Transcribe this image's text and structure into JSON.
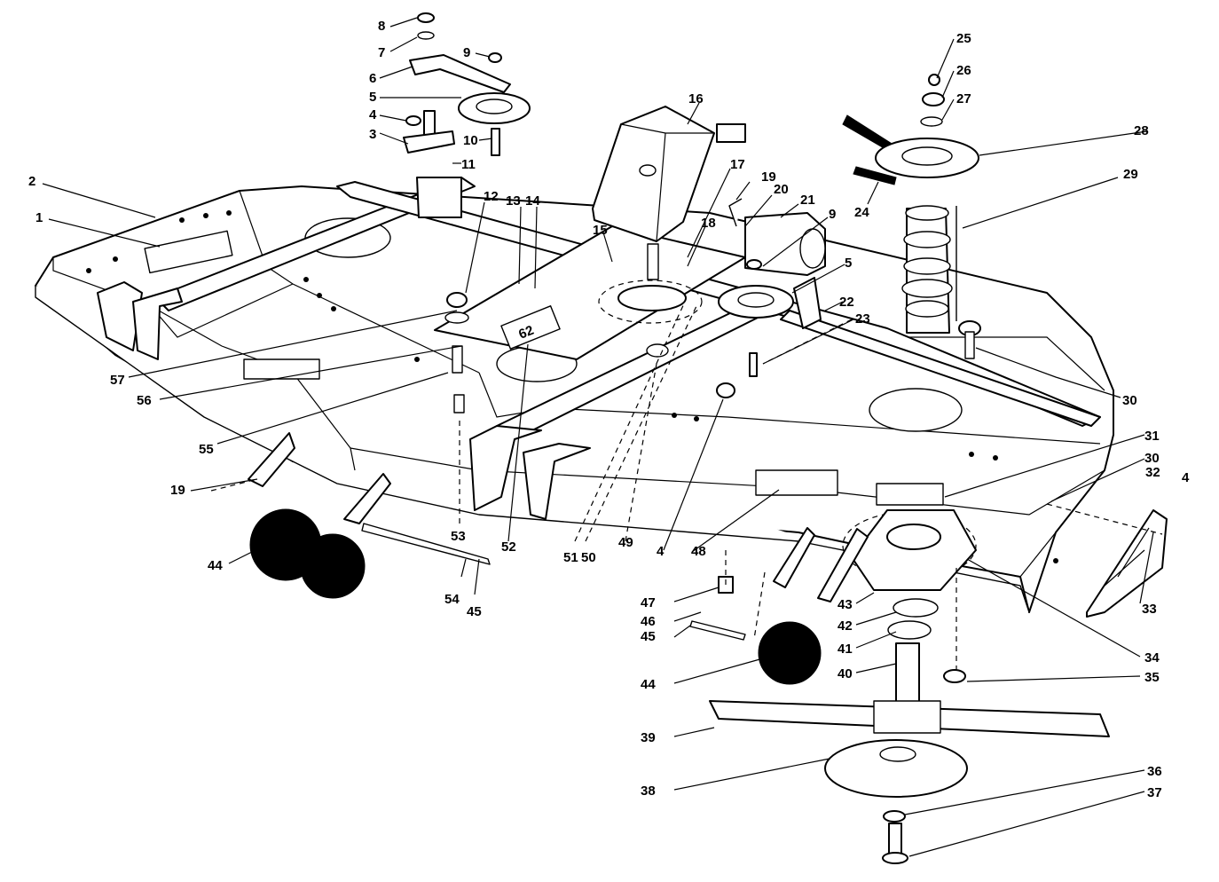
{
  "diagram": {
    "decal_text": "62",
    "callouts": [
      {
        "id": "c1",
        "text": "1"
      },
      {
        "id": "c2",
        "text": "2"
      },
      {
        "id": "c3",
        "text": "3"
      },
      {
        "id": "c4a",
        "text": "4"
      },
      {
        "id": "c5a",
        "text": "5"
      },
      {
        "id": "c6",
        "text": "6"
      },
      {
        "id": "c7",
        "text": "7"
      },
      {
        "id": "c8",
        "text": "8"
      },
      {
        "id": "c9a",
        "text": "9"
      },
      {
        "id": "c10",
        "text": "10"
      },
      {
        "id": "c11",
        "text": "11"
      },
      {
        "id": "c12",
        "text": "12"
      },
      {
        "id": "c13",
        "text": "13"
      },
      {
        "id": "c14",
        "text": "14"
      },
      {
        "id": "c15",
        "text": "15"
      },
      {
        "id": "c16",
        "text": "16"
      },
      {
        "id": "c17",
        "text": "17"
      },
      {
        "id": "c18",
        "text": "18"
      },
      {
        "id": "c19a",
        "text": "19"
      },
      {
        "id": "c20",
        "text": "20"
      },
      {
        "id": "c21",
        "text": "21"
      },
      {
        "id": "c9b",
        "text": "9"
      },
      {
        "id": "c5b",
        "text": "5"
      },
      {
        "id": "c22",
        "text": "22"
      },
      {
        "id": "c23",
        "text": "23"
      },
      {
        "id": "c24",
        "text": "24"
      },
      {
        "id": "c25",
        "text": "25"
      },
      {
        "id": "c26",
        "text": "26"
      },
      {
        "id": "c27",
        "text": "27"
      },
      {
        "id": "c28",
        "text": "28"
      },
      {
        "id": "c29",
        "text": "29"
      },
      {
        "id": "c30a",
        "text": "30"
      },
      {
        "id": "c31",
        "text": "31"
      },
      {
        "id": "c30b",
        "text": "30"
      },
      {
        "id": "c32",
        "text": "32"
      },
      {
        "id": "c4b",
        "text": "4"
      },
      {
        "id": "c33",
        "text": "33"
      },
      {
        "id": "c34",
        "text": "34"
      },
      {
        "id": "c35",
        "text": "35"
      },
      {
        "id": "c36",
        "text": "36"
      },
      {
        "id": "c37",
        "text": "37"
      },
      {
        "id": "c38",
        "text": "38"
      },
      {
        "id": "c39",
        "text": "39"
      },
      {
        "id": "c40",
        "text": "40"
      },
      {
        "id": "c41",
        "text": "41"
      },
      {
        "id": "c42",
        "text": "42"
      },
      {
        "id": "c43",
        "text": "43"
      },
      {
        "id": "c44a",
        "text": "44"
      },
      {
        "id": "c44b",
        "text": "44"
      },
      {
        "id": "c45a",
        "text": "45"
      },
      {
        "id": "c45b",
        "text": "45"
      },
      {
        "id": "c46",
        "text": "46"
      },
      {
        "id": "c47",
        "text": "47"
      },
      {
        "id": "c48",
        "text": "48"
      },
      {
        "id": "c4c",
        "text": "4"
      },
      {
        "id": "c49",
        "text": "49"
      },
      {
        "id": "c50",
        "text": "50"
      },
      {
        "id": "c51",
        "text": "51"
      },
      {
        "id": "c52",
        "text": "52"
      },
      {
        "id": "c53",
        "text": "53"
      },
      {
        "id": "c54",
        "text": "54"
      },
      {
        "id": "c55",
        "text": "55"
      },
      {
        "id": "c56",
        "text": "56"
      },
      {
        "id": "c57",
        "text": "57"
      },
      {
        "id": "c19b",
        "text": "19"
      }
    ]
  }
}
